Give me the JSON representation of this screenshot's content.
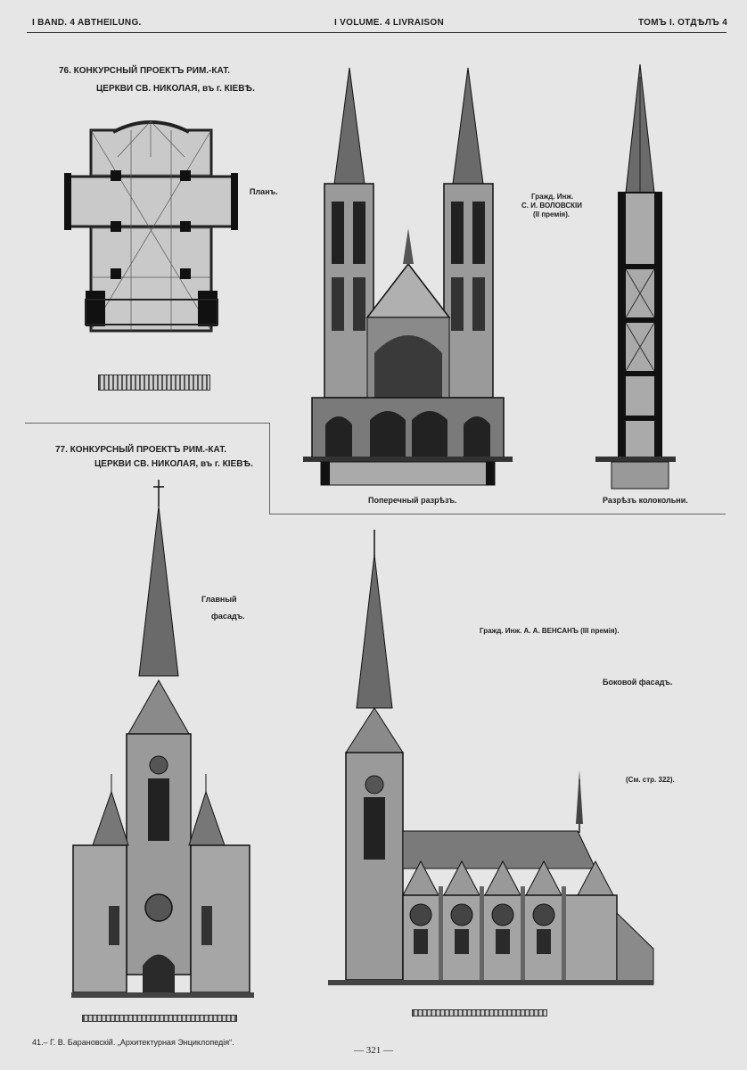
{
  "header": {
    "left": "I BAND. 4 ABTHEILUNG.",
    "center": "I VOLUME. 4 LIVRAISON",
    "right": "ТОМЪ I. ОТДѢЛЪ 4"
  },
  "project76": {
    "title_line1": "76. КОНКУРСНЫЙ ПРОЕКТЪ РИМ.-КАТ.",
    "title_line2": "ЦЕРКВИ СВ. НИКОЛАЯ, въ г. КІЕВѢ.",
    "plan_label": "Планъ.",
    "author_line1": "Гражд. Инж.",
    "author_line2": "С. И. ВОЛОВСКІИ",
    "author_line3": "(II премія).",
    "section_label": "Поперечный разрѣзъ.",
    "tower_section_label": "Разрѣзъ колокольни."
  },
  "project77": {
    "title_line1": "77. КОНКУРСНЫЙ ПРОЕКТЪ РИМ.-КАТ.",
    "title_line2": "ЦЕРКВИ СВ. НИКОЛАЯ, въ г. КІЕВѢ.",
    "main_facade_line1": "Главный",
    "main_facade_line2": "фасадъ.",
    "author": "Гражд. Инж. А. А. ВЕНСАНЪ (III премія).",
    "side_facade": "Боковой фасадъ.",
    "page_ref": "(См. стр. 322)."
  },
  "footer": {
    "left": "41.– Г. В. Барановскій. „Архитектурная Энциклопедія“.",
    "page_number": "— 321 —"
  },
  "colors": {
    "paper": "#e6e6e6",
    "ink": "#1e1e1e",
    "shade": "#6a6a6a"
  }
}
